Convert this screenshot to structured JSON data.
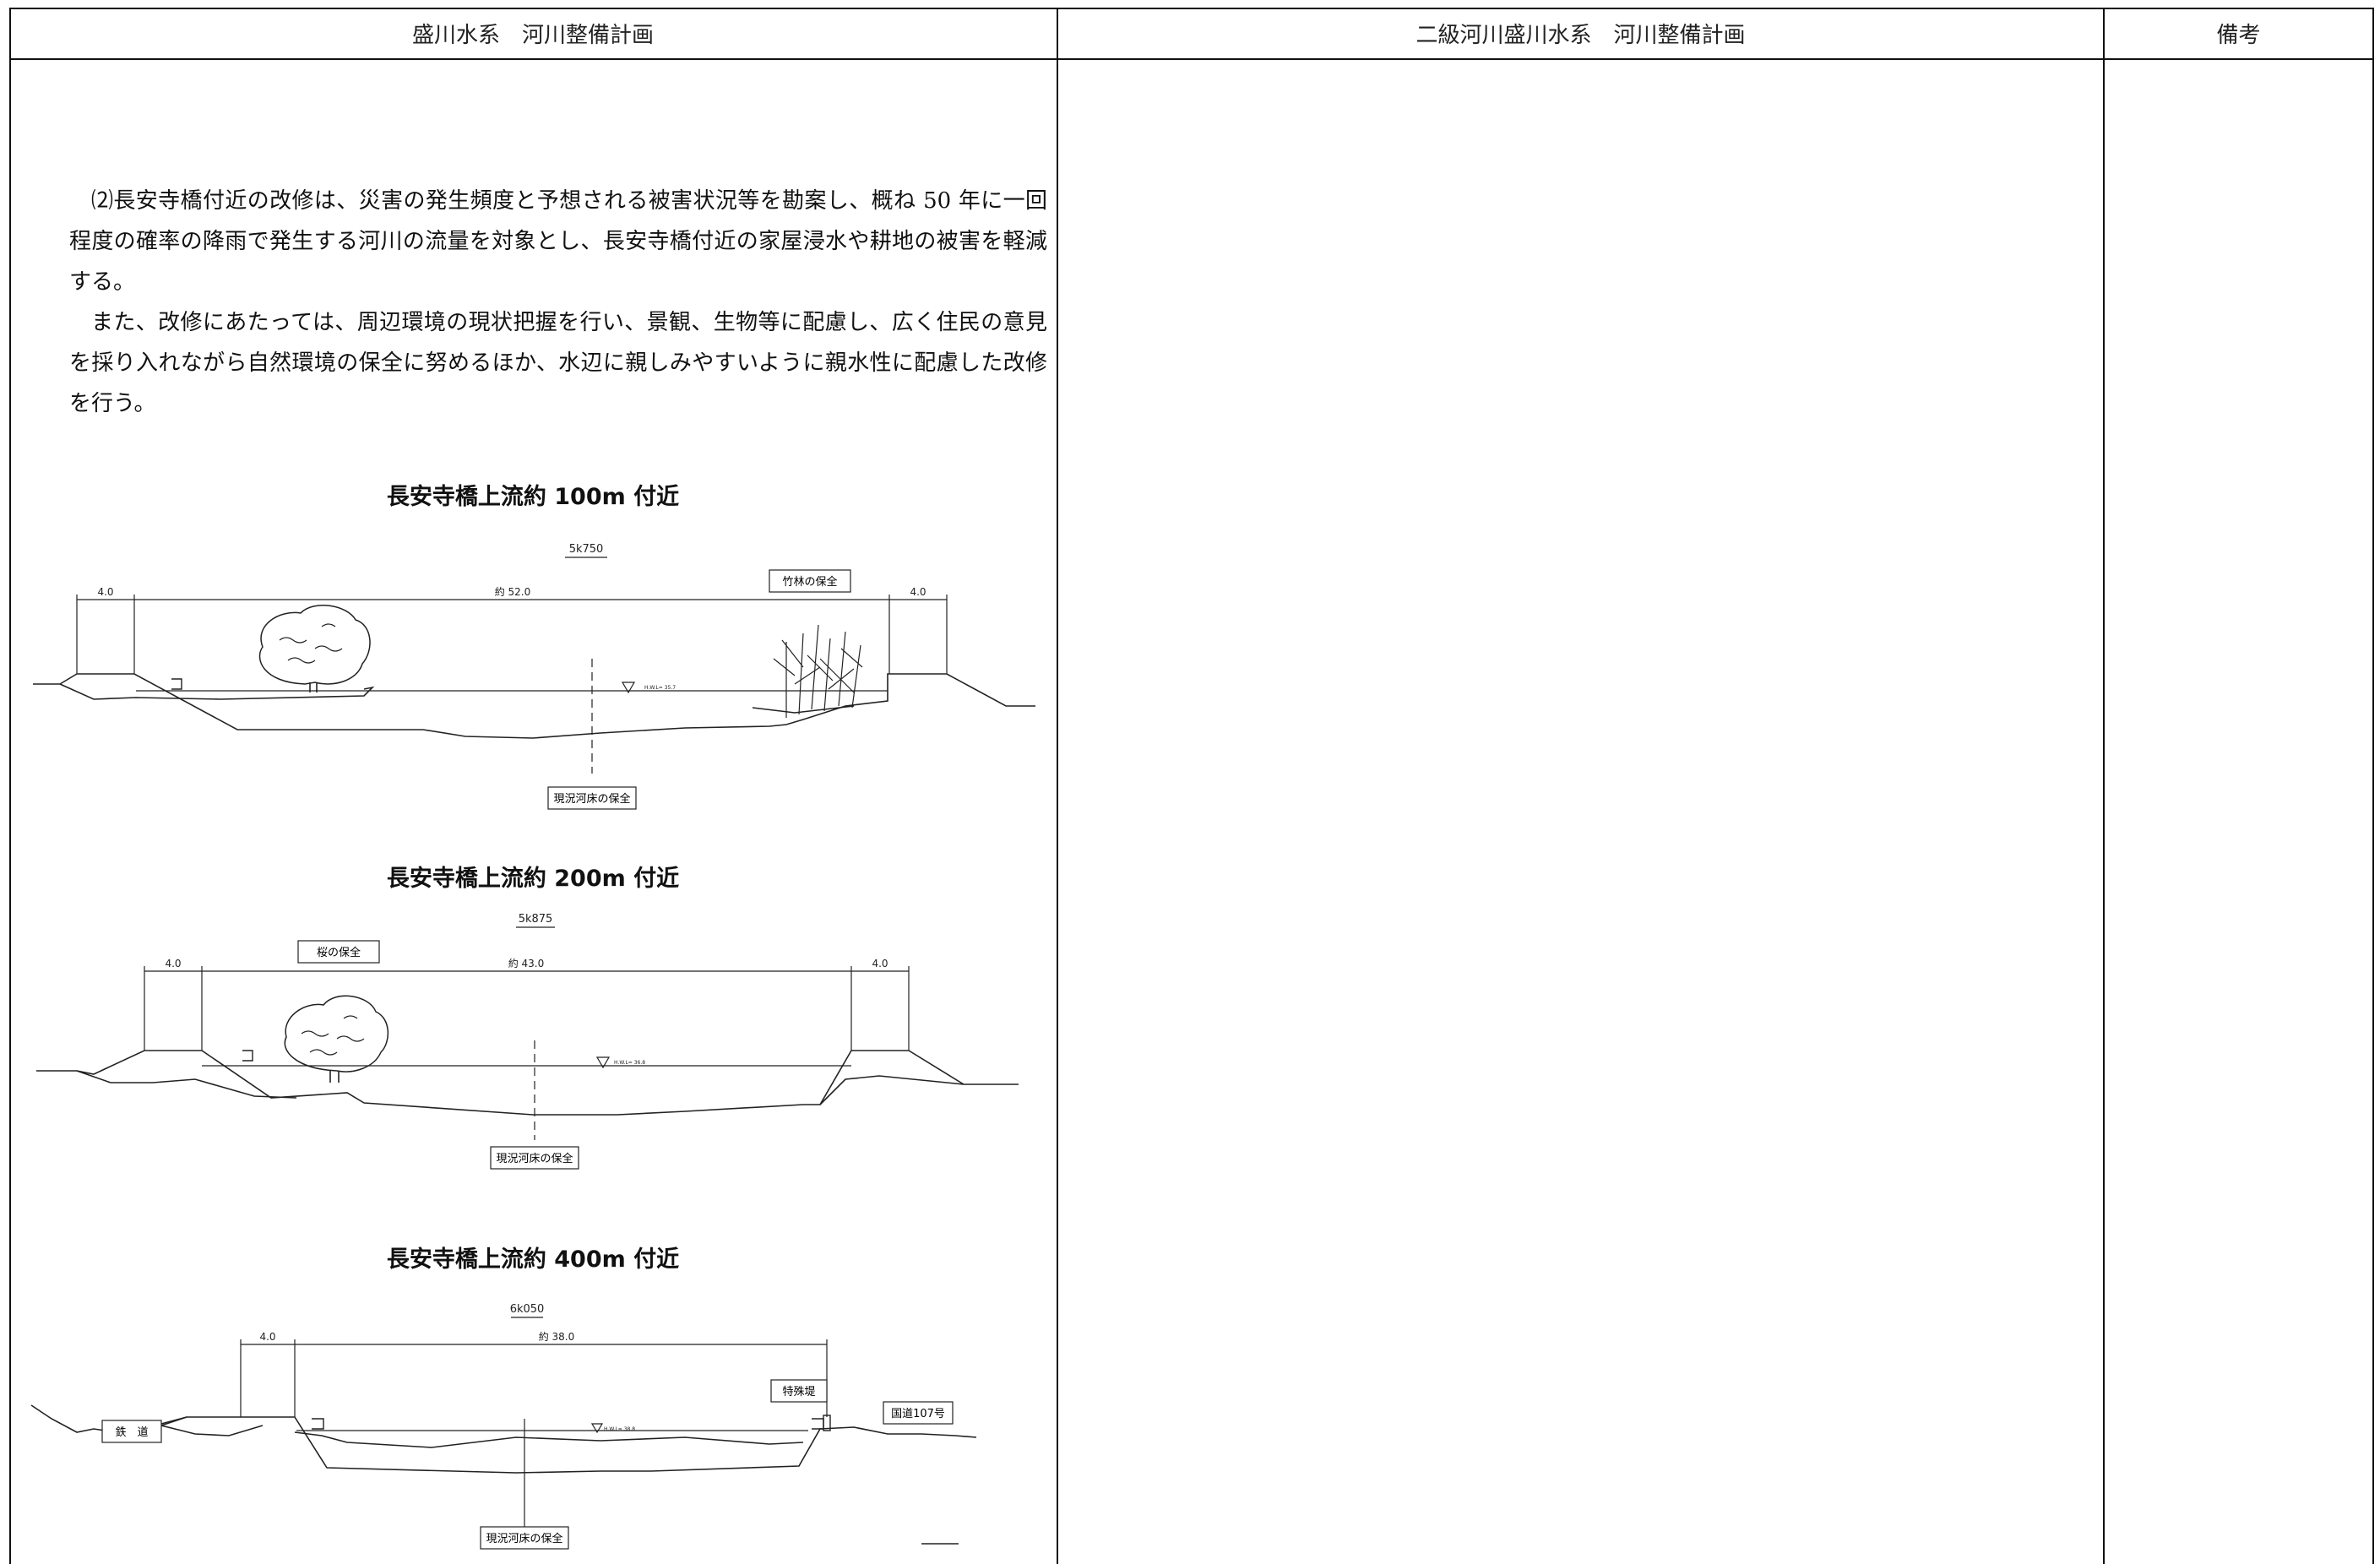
{
  "header": {
    "col1": "盛川水系　河川整備計画",
    "col2": "二級河川盛川水系　河川整備計画",
    "col3": "備考"
  },
  "body": {
    "paragraph1": "⑵長安寺橋付近の改修は、災害の発生頻度と予想される被害状況等を勘案し、概ね 50 年に一回程度の確率の降雨で発生する河川の流量を対象とし、長安寺橋付近の家屋浸水や耕地の被害を軽減する。",
    "paragraph2": "また、改修にあたっては、周辺環境の現状把握を行い、景観、生物等に配慮し、広く住民の意見を採り入れながら自然環境の保全に努めるほか、水辺に親しみやすいように親水性に配慮した改修を行う。"
  },
  "sections": [
    {
      "title": "長安寺橋上流約 100m 付近",
      "station": "5k750",
      "dim_left": "4.0",
      "dim_main": "約 52.0",
      "dim_right": "4.0",
      "label_a": "竹林の保全",
      "label_bed": "現況河床の保全",
      "hwl": "H.W.L= 35.7"
    },
    {
      "title": "長安寺橋上流約 200m 付近",
      "station": "5k875",
      "dim_left": "4.0",
      "dim_main": "約 43.0",
      "dim_right": "4.0",
      "label_a": "桜の保全",
      "label_bed": "現況河床の保全",
      "hwl": "H.W.L= 36.8"
    },
    {
      "title": "長安寺橋上流約 400m 付近",
      "station": "6k050",
      "dim_left": "4.0",
      "dim_main": "約 38.0",
      "label_rail": "鉄　道",
      "label_special": "特殊堤",
      "label_road": "国道107号",
      "label_bed": "現況河床の保全",
      "hwl": "H.W.L= 38.8"
    }
  ]
}
